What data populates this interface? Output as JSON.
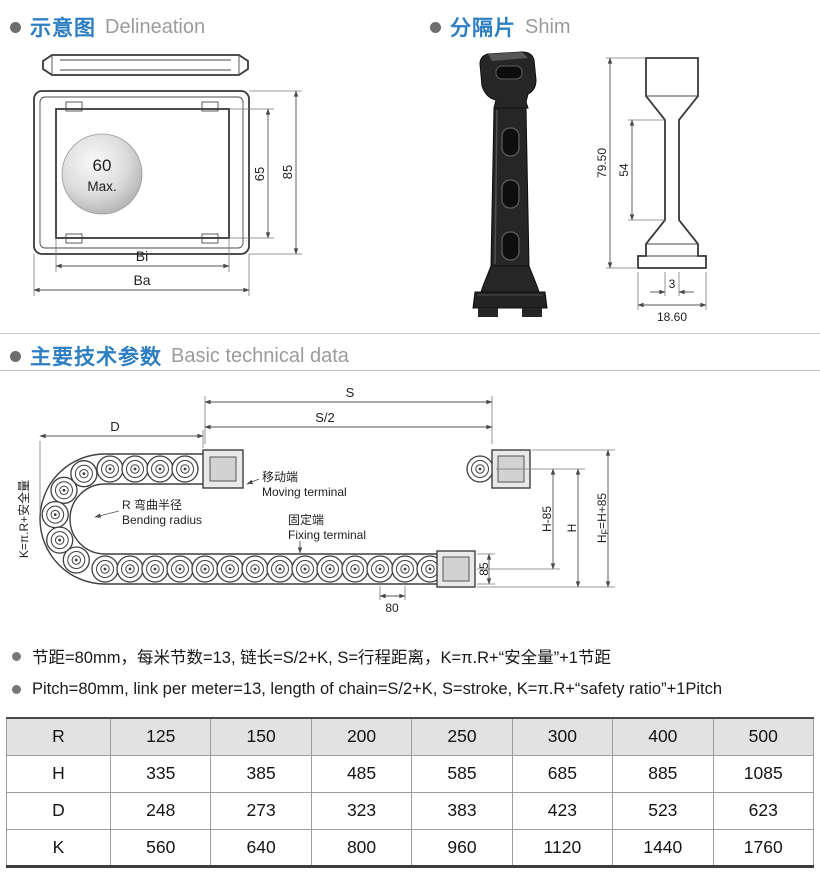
{
  "sections": {
    "delineation": {
      "zh": "示意图",
      "en": "Delineation"
    },
    "shim": {
      "zh": "分隔片",
      "en": "Shim"
    },
    "technical": {
      "zh": "主要技术参数",
      "en": "Basic technical data"
    }
  },
  "delineation": {
    "ball_value": "60",
    "ball_max": "Max.",
    "dim_inner_height": "65",
    "dim_outer_height": "85",
    "dim_inner_width": "Bi",
    "dim_outer_width": "Ba"
  },
  "shim": {
    "dim_height": "79.50",
    "dim_mid": "54",
    "dim_thickness": "3",
    "dim_base": "18.60"
  },
  "chain": {
    "dim_s": "S",
    "dim_s_half": "S/2",
    "dim_d": "D",
    "moving_zh": "移动端",
    "moving_en": "Moving terminal",
    "fixing_zh": "固定端",
    "fixing_en": "Fixing terminal",
    "radius_zh": "R 弯曲半径",
    "radius_en": "Bending radius",
    "k_formula": "K=π.R+安全量",
    "dim_h_minus": "H-85",
    "dim_h": "H",
    "hf_h": "H",
    "hf_f": "F",
    "hf_rest": "=H+85",
    "dim_85": "85",
    "dim_80": "80"
  },
  "notes": {
    "zh": "节距=80mm，每米节数=13, 链长=S/2+K, S=行程距离，K=π.R+“安全量”+1节距",
    "en": "Pitch=80mm, link per meter=13, length of chain=S/2+K, S=stroke, K=π.R+“safety ratio”+1Pitch"
  },
  "table": {
    "rows": [
      {
        "label": "R",
        "values": [
          "125",
          "150",
          "200",
          "250",
          "300",
          "400",
          "500"
        ]
      },
      {
        "label": "H",
        "values": [
          "335",
          "385",
          "485",
          "585",
          "685",
          "885",
          "1085"
        ]
      },
      {
        "label": "D",
        "values": [
          "248",
          "273",
          "323",
          "383",
          "423",
          "523",
          "623"
        ]
      },
      {
        "label": "K",
        "values": [
          "560",
          "640",
          "800",
          "960",
          "1120",
          "1440",
          "1760"
        ]
      }
    ]
  }
}
